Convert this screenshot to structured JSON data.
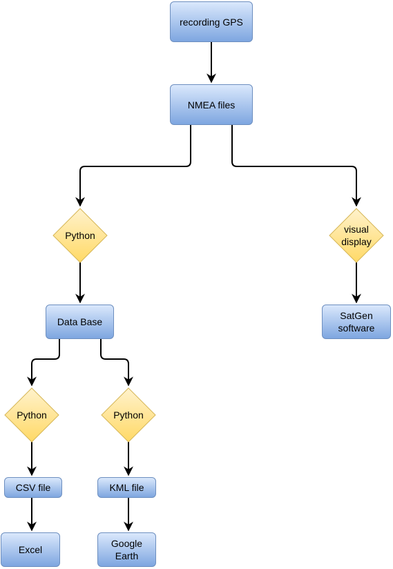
{
  "nodes": {
    "recording_gps": "recording GPS",
    "nmea_files": "NMEA files",
    "python_1": "Python",
    "visual_display": "visual\ndisplay",
    "data_base": "Data Base",
    "satgen_software": "SatGen\nsoftware",
    "python_2": "Python",
    "python_3": "Python",
    "csv_file": "CSV file",
    "kml_file": "KML file",
    "excel": "Excel",
    "google_earth": "Google\nEarth"
  },
  "colors": {
    "process_fill_top": "#dae8fc",
    "process_fill_bottom": "#7ea6e0",
    "process_stroke": "#6c8ebf",
    "decision_fill_top": "#fff2cc",
    "decision_fill_bottom": "#ffd966",
    "decision_stroke": "#d6b656",
    "edge": "#000000"
  }
}
